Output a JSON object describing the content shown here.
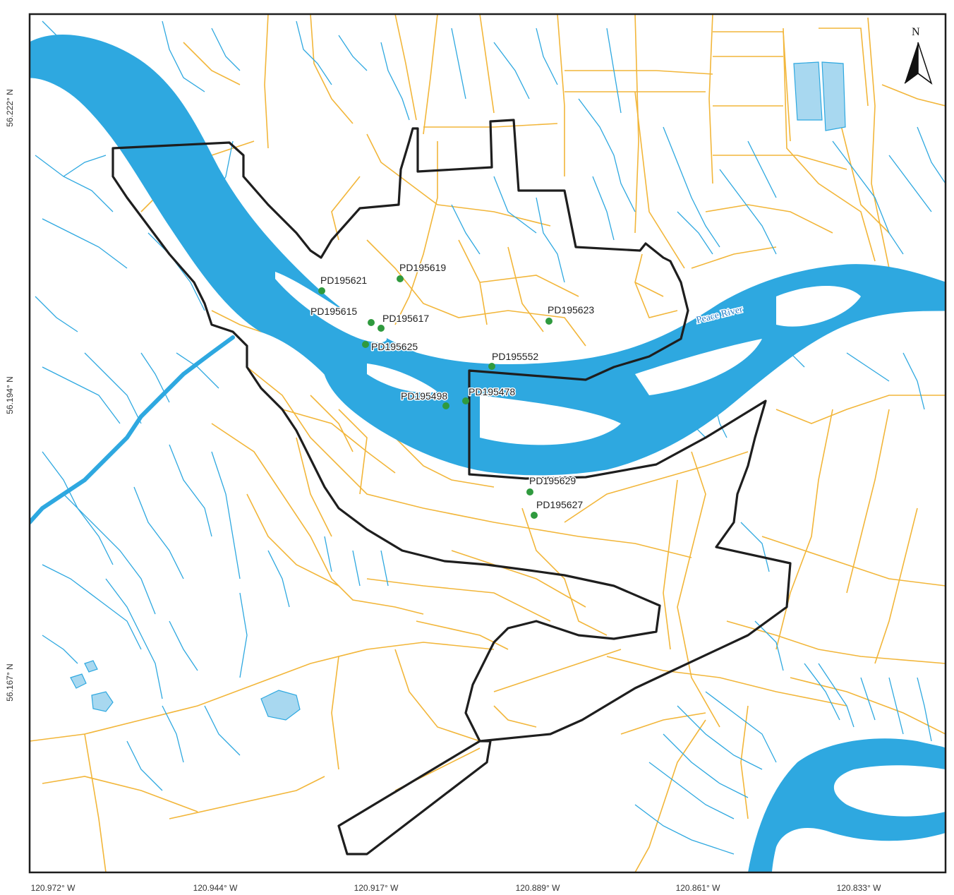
{
  "map": {
    "colors": {
      "river": "#2ea8e0",
      "stream": "#2ea8e0",
      "lake_fill": "#a8d8f0",
      "road": "#f2b63a",
      "boundary": "#1e1e1e",
      "well": "#2f9a3e",
      "background": "#ffffff"
    },
    "river_name": "Peace River",
    "north_label": "N",
    "x_ticks": [
      "120.972° W",
      "120.944° W",
      "120.917° W",
      "120.889° W",
      "120.861° W",
      "120.833° W"
    ],
    "y_ticks": [
      "56.222° N",
      "56.194° N",
      "56.167° N"
    ],
    "wells": [
      {
        "id": "PD195619"
      },
      {
        "id": "PD195621"
      },
      {
        "id": "PD195615"
      },
      {
        "id": "PD195617"
      },
      {
        "id": "PD195625"
      },
      {
        "id": "PD195623"
      },
      {
        "id": "PD195552"
      },
      {
        "id": "PD195498"
      },
      {
        "id": "PD195478"
      },
      {
        "id": "PD195629"
      },
      {
        "id": "PD195627"
      }
    ]
  }
}
